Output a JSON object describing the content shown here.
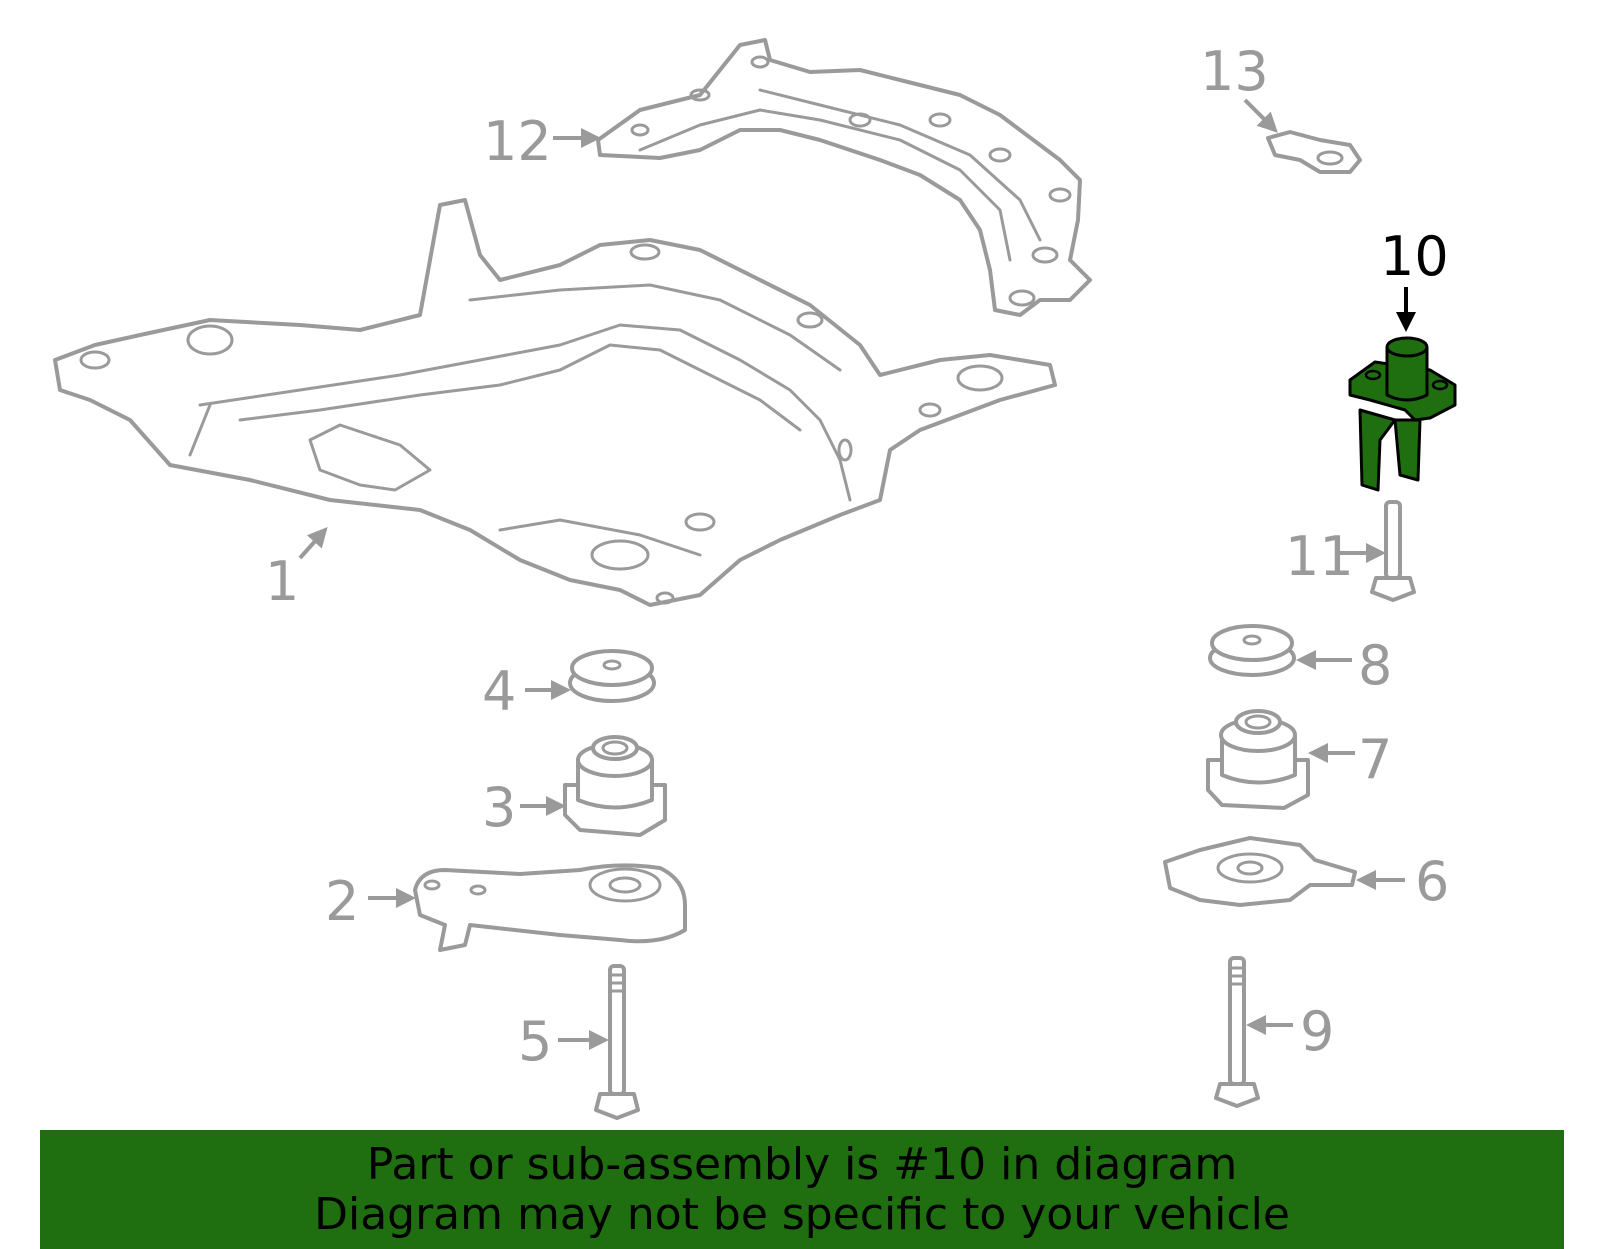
{
  "callouts": {
    "c1": "1",
    "c2": "2",
    "c3": "3",
    "c4": "4",
    "c5": "5",
    "c6": "6",
    "c7": "7",
    "c8": "8",
    "c9": "9",
    "c10": "10",
    "c11": "11",
    "c12": "12",
    "c13": "13"
  },
  "highlighted_part": "10",
  "colors": {
    "highlight": "#1f6e10",
    "line_art": "#9a9a9a",
    "active_label": "#000000"
  },
  "footer": {
    "line1": "Part or sub-assembly is #10 in diagram",
    "line2": "Diagram may not be specific to your vehicle"
  }
}
